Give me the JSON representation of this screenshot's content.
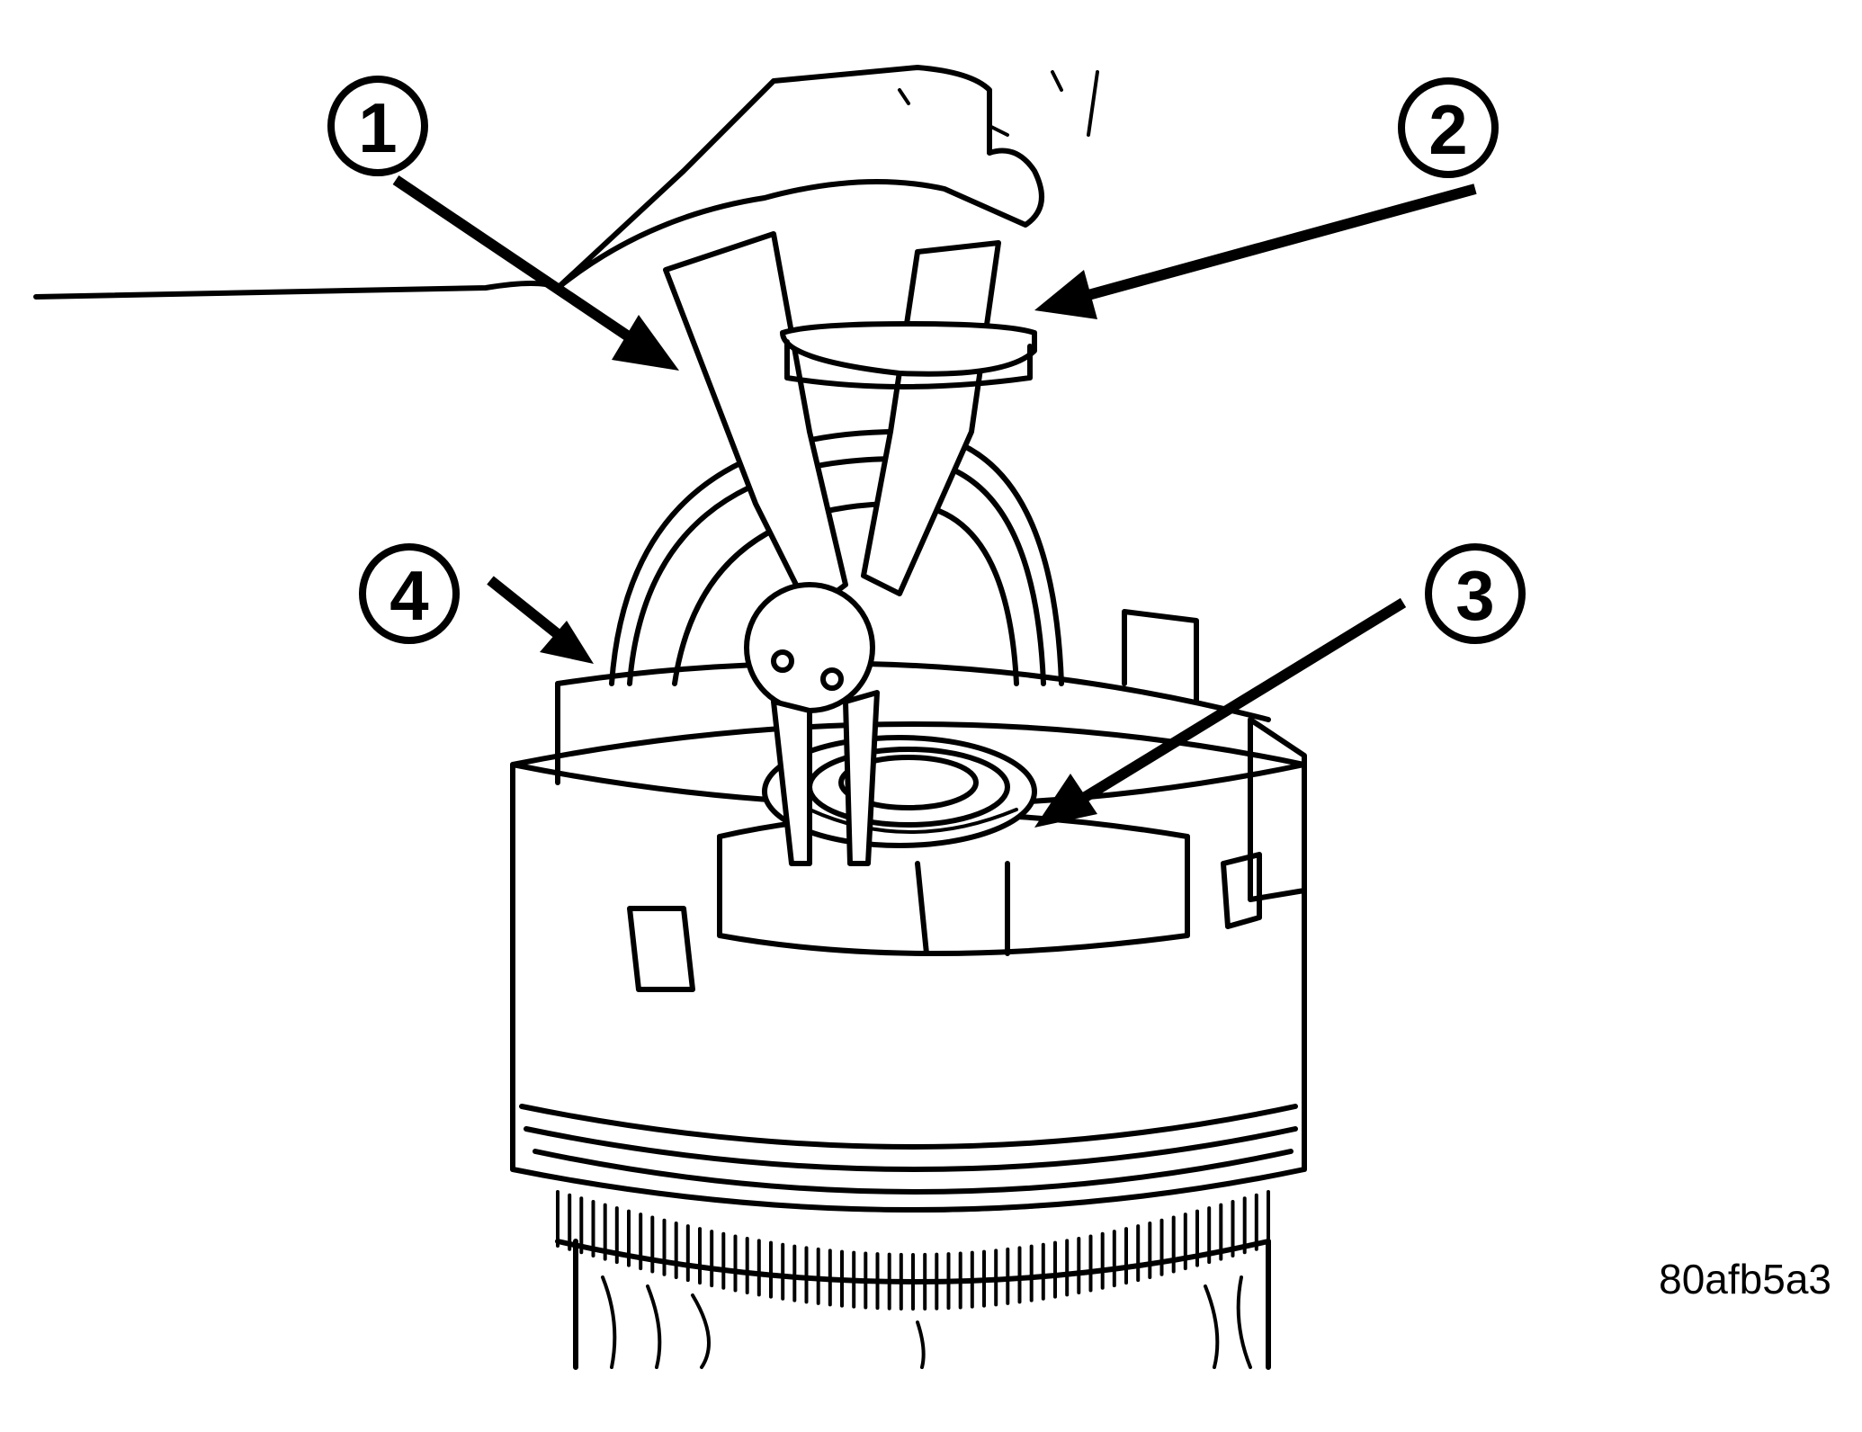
{
  "callouts": [
    {
      "id": "1",
      "label": "1"
    },
    {
      "id": "2",
      "label": "2"
    },
    {
      "id": "3",
      "label": "3"
    },
    {
      "id": "4",
      "label": "4"
    }
  ],
  "figure_id": "80afb5a3",
  "colors": {
    "ink": "#000000",
    "paper": "#ffffff"
  }
}
